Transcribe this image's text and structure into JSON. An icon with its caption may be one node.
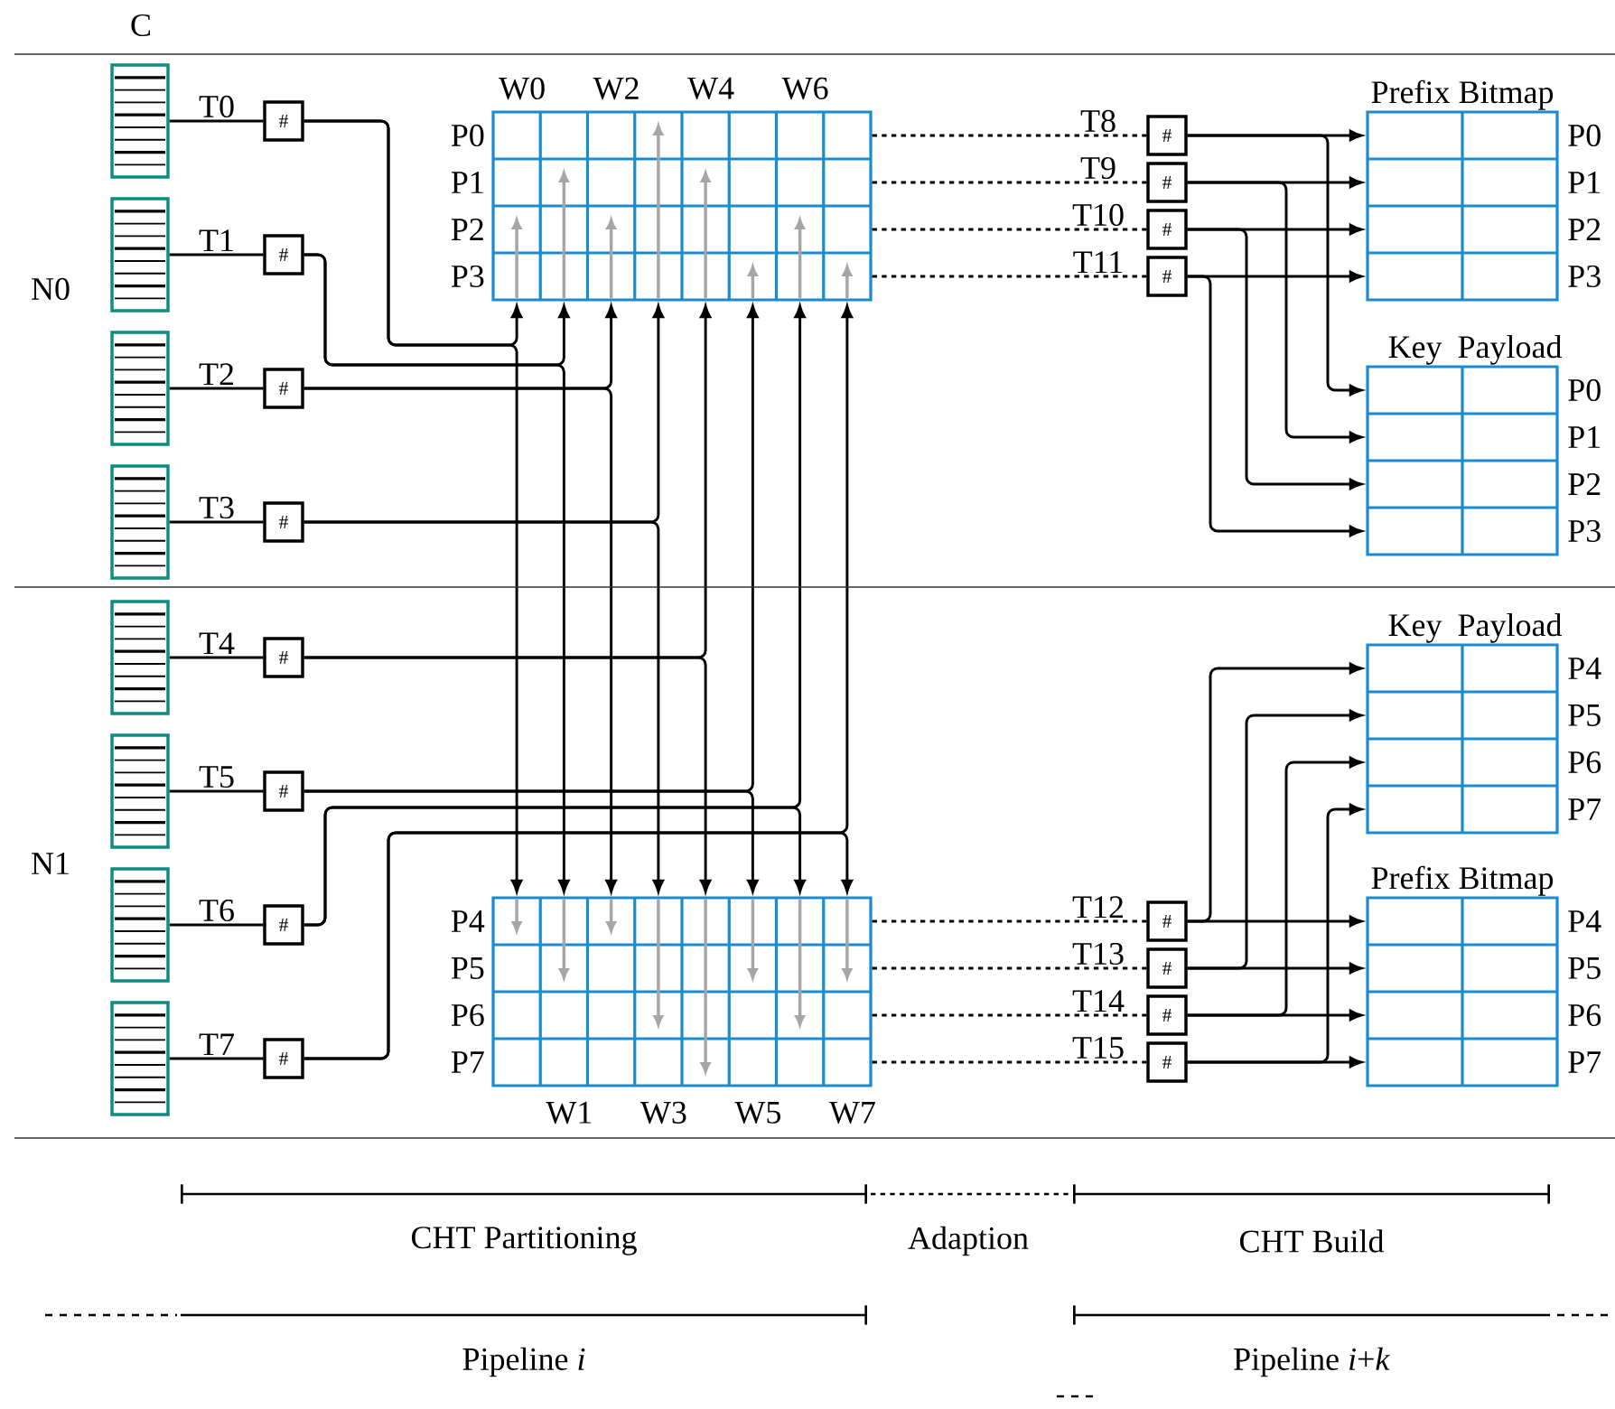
{
  "diagram": {
    "nodes": [
      {
        "text": [],
        "shape": "box",
        "beside": [
          "C"
        ]
      },
      {
        "text": [],
        "shape": "box"
      },
      {
        "text": [],
        "shape": "box"
      },
      {
        "text": [],
        "shape": "box"
      },
      {
        "text": [],
        "shape": "box"
      },
      {
        "text": [],
        "shape": "box"
      },
      {
        "text": [],
        "shape": "box"
      },
      {
        "text": [],
        "shape": "box"
      },
      {
        "text": [
          "#"
        ]
      },
      {
        "text": [
          "#"
        ]
      },
      {
        "text": [
          "#"
        ]
      },
      {
        "text": [
          "#"
        ]
      },
      {
        "text": [
          "#"
        ]
      },
      {
        "text": [
          "#"
        ]
      },
      {
        "text": [
          "#"
        ]
      },
      {
        "text": [
          "#"
        ]
      },
      {
        "text": [],
        "shape": "box",
        "beside": [
          "W0",
          "W2",
          "W4",
          "W6",
          "P0",
          "P1",
          "P2",
          "P3"
        ]
      },
      {
        "text": [],
        "shape": "box",
        "beside": [
          "P4",
          "P5",
          "P6",
          "P7",
          "W1",
          "W3",
          "W5",
          "W7"
        ]
      },
      {
        "text": [
          "#"
        ]
      },
      {
        "text": [
          "#"
        ]
      },
      {
        "text": [
          "#"
        ]
      },
      {
        "text": [
          "#"
        ]
      },
      {
        "text": [
          "Prefix Bitmap"
        ],
        "beside": [
          "P0",
          "P1",
          "P2",
          "P3"
        ]
      },
      {
        "text": [
          "Key",
          "Payload"
        ],
        "beside": [
          "P0",
          "P1",
          "P2",
          "P3"
        ]
      },
      {
        "text": [
          "#"
        ]
      },
      {
        "text": [
          "#"
        ]
      },
      {
        "text": [
          "#"
        ]
      },
      {
        "text": [
          "#"
        ]
      },
      {
        "text": [
          "Key",
          "Payload"
        ],
        "beside": [
          "P4",
          "P5",
          "P6",
          "P7"
        ]
      },
      {
        "text": [
          "Prefix Bitmap"
        ],
        "beside": [
          "P4",
          "P5",
          "P6",
          "P7"
        ]
      }
    ],
    "edges": [
      {
        "from": 0,
        "to": 8,
        "arrow": "none",
        "label": "T0"
      },
      {
        "from": 1,
        "to": 9,
        "arrow": "none",
        "label": "T1"
      },
      {
        "from": 2,
        "to": 10,
        "arrow": "none",
        "label": "T2"
      },
      {
        "from": 3,
        "to": 11,
        "arrow": "none",
        "label": "T3"
      },
      {
        "from": 4,
        "to": 12,
        "arrow": "none",
        "label": "T4"
      },
      {
        "from": 5,
        "to": 13,
        "arrow": "none",
        "label": "T5"
      },
      {
        "from": 6,
        "to": 14,
        "arrow": "none",
        "label": "T6"
      },
      {
        "from": 7,
        "to": 15,
        "arrow": "none",
        "label": "T7"
      },
      {
        "from": 8,
        "to": 16,
        "arrow": "to"
      },
      {
        "from": 8,
        "to": 17,
        "arrow": "to"
      },
      {
        "from": 9,
        "to": 16,
        "arrow": "to"
      },
      {
        "from": 9,
        "to": 17,
        "arrow": "to"
      },
      {
        "from": 10,
        "to": 16,
        "arrow": "to"
      },
      {
        "from": 10,
        "to": 17,
        "arrow": "to"
      },
      {
        "from": 11,
        "to": 16,
        "arrow": "to"
      },
      {
        "from": 11,
        "to": 17,
        "arrow": "to"
      },
      {
        "from": 12,
        "to": 16,
        "arrow": "to"
      },
      {
        "from": 12,
        "to": 17,
        "arrow": "to"
      },
      {
        "from": 13,
        "to": 16,
        "arrow": "to"
      },
      {
        "from": 13,
        "to": 17,
        "arrow": "to"
      },
      {
        "from": 14,
        "to": 16,
        "arrow": "to"
      },
      {
        "from": 14,
        "to": 17,
        "arrow": "to"
      },
      {
        "from": 15,
        "to": 16,
        "arrow": "to"
      },
      {
        "from": 15,
        "to": 17,
        "arrow": "to"
      },
      {
        "from": 16,
        "to": 18,
        "arrow": "none",
        "label": "T8",
        "style": "dashed"
      },
      {
        "from": 16,
        "to": 19,
        "arrow": "none",
        "label": "T9",
        "style": "dashed"
      },
      {
        "from": 16,
        "to": 20,
        "arrow": "none",
        "label": "T10",
        "style": "dashed"
      },
      {
        "from": 16,
        "to": 21,
        "arrow": "none",
        "label": "T11",
        "style": "dashed"
      },
      {
        "from": 17,
        "to": 24,
        "arrow": "none",
        "label": "T12",
        "style": "dashed"
      },
      {
        "from": 17,
        "to": 25,
        "arrow": "none",
        "label": "T13",
        "style": "dashed"
      },
      {
        "from": 17,
        "to": 26,
        "arrow": "none",
        "label": "T14",
        "style": "dashed"
      },
      {
        "from": 17,
        "to": 27,
        "arrow": "none",
        "label": "T15",
        "style": "dashed"
      },
      {
        "from": 18,
        "to": 22,
        "arrow": "to"
      },
      {
        "from": 18,
        "to": 23,
        "arrow": "to"
      },
      {
        "from": 19,
        "to": 22,
        "arrow": "to"
      },
      {
        "from": 19,
        "to": 23,
        "arrow": "to"
      },
      {
        "from": 20,
        "to": 22,
        "arrow": "to"
      },
      {
        "from": 20,
        "to": 23,
        "arrow": "to"
      },
      {
        "from": 21,
        "to": 22,
        "arrow": "to"
      },
      {
        "from": 21,
        "to": 23,
        "arrow": "to"
      },
      {
        "from": 24,
        "to": 29,
        "arrow": "to"
      },
      {
        "from": 24,
        "to": 28,
        "arrow": "to"
      },
      {
        "from": 25,
        "to": 29,
        "arrow": "to"
      },
      {
        "from": 25,
        "to": 28,
        "arrow": "to"
      },
      {
        "from": 26,
        "to": 29,
        "arrow": "to"
      },
      {
        "from": 26,
        "to": 28,
        "arrow": "to"
      },
      {
        "from": 27,
        "to": 29,
        "arrow": "to"
      },
      {
        "from": 27,
        "to": 28,
        "arrow": "to"
      }
    ],
    "labels": [
      "N0",
      "N1",
      "CHT Partitioning",
      "Adaption",
      "CHT Build",
      "Pipeline *i*",
      "Pipeline *i*+*k*"
    ]
  }
}
